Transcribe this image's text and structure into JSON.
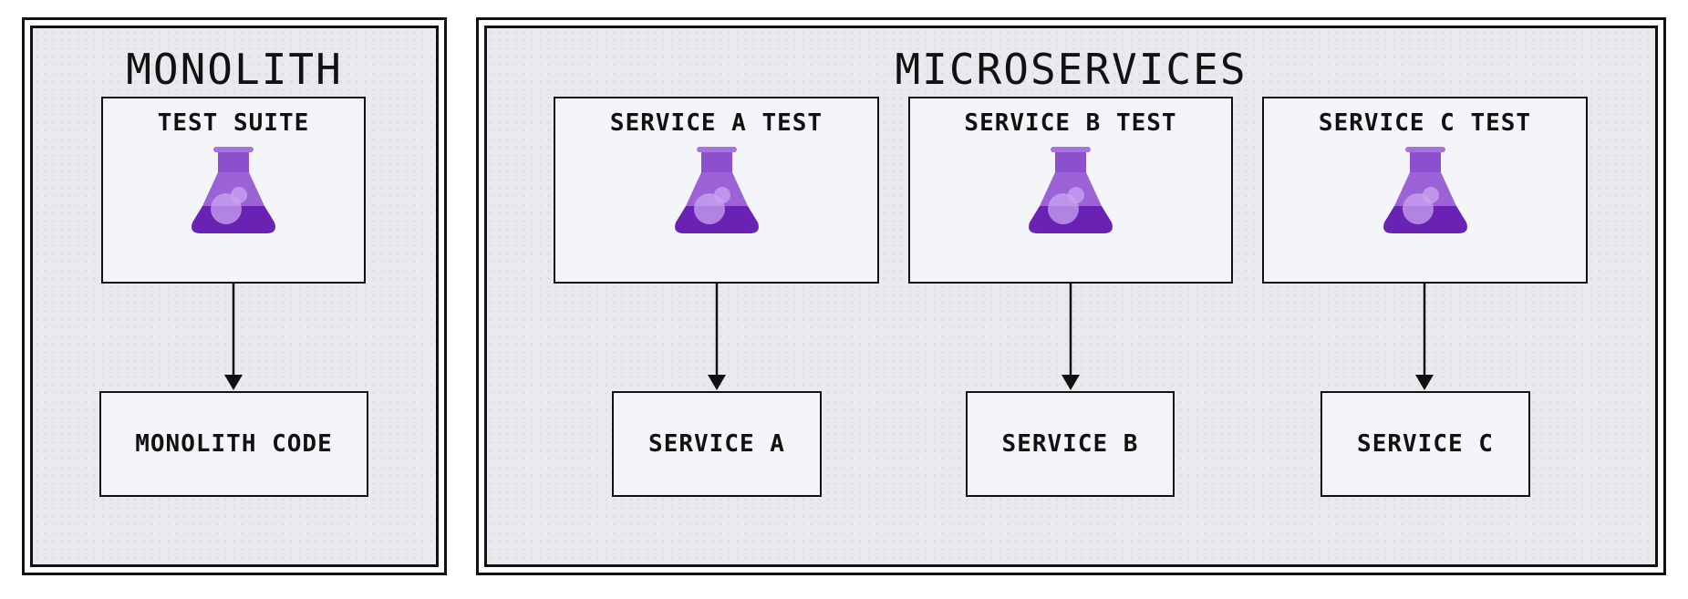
{
  "colors": {
    "stroke": "#111111",
    "group_fill": "#e9eaee",
    "node_fill": "#f4f5f9",
    "flask_light": "#9b63d6",
    "flask_dark": "#6a22b4",
    "flask_cap": "#a871e0",
    "flask_bubble": "#c9a6f0"
  },
  "monolith": {
    "title": "MONOLITH",
    "test": {
      "label": "TEST SUITE",
      "icon": "flask-icon"
    },
    "code": {
      "label": "MONOLITH CODE"
    }
  },
  "microservices": {
    "title": "MICROSERVICES",
    "services": [
      {
        "test_label": "SERVICE A TEST",
        "icon": "flask-icon",
        "label": "SERVICE A"
      },
      {
        "test_label": "SERVICE B TEST",
        "icon": "flask-icon",
        "label": "SERVICE B"
      },
      {
        "test_label": "SERVICE C TEST",
        "icon": "flask-icon",
        "label": "SERVICE C"
      }
    ]
  }
}
